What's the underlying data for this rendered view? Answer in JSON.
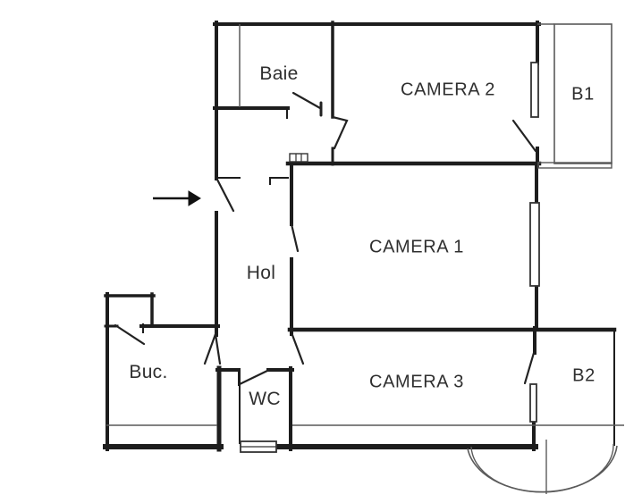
{
  "plan_title": "apartment-floor-plan",
  "rooms": [
    {
      "id": "baie",
      "label": "Baie"
    },
    {
      "id": "camera2",
      "label": "CAMERA 2"
    },
    {
      "id": "b1",
      "label": "B1"
    },
    {
      "id": "camera1",
      "label": "CAMERA 1"
    },
    {
      "id": "hol",
      "label": "Hol"
    },
    {
      "id": "buc",
      "label": "Buc."
    },
    {
      "id": "wc",
      "label": "WC"
    },
    {
      "id": "camera3",
      "label": "CAMERA 3"
    },
    {
      "id": "b2",
      "label": "B2"
    }
  ],
  "icons": {
    "entry_arrow": "→"
  },
  "colors": {
    "wall": "#1d1d1d",
    "thin_line": "#595959",
    "text": "#2f2f2f",
    "background": "#ffffff"
  }
}
